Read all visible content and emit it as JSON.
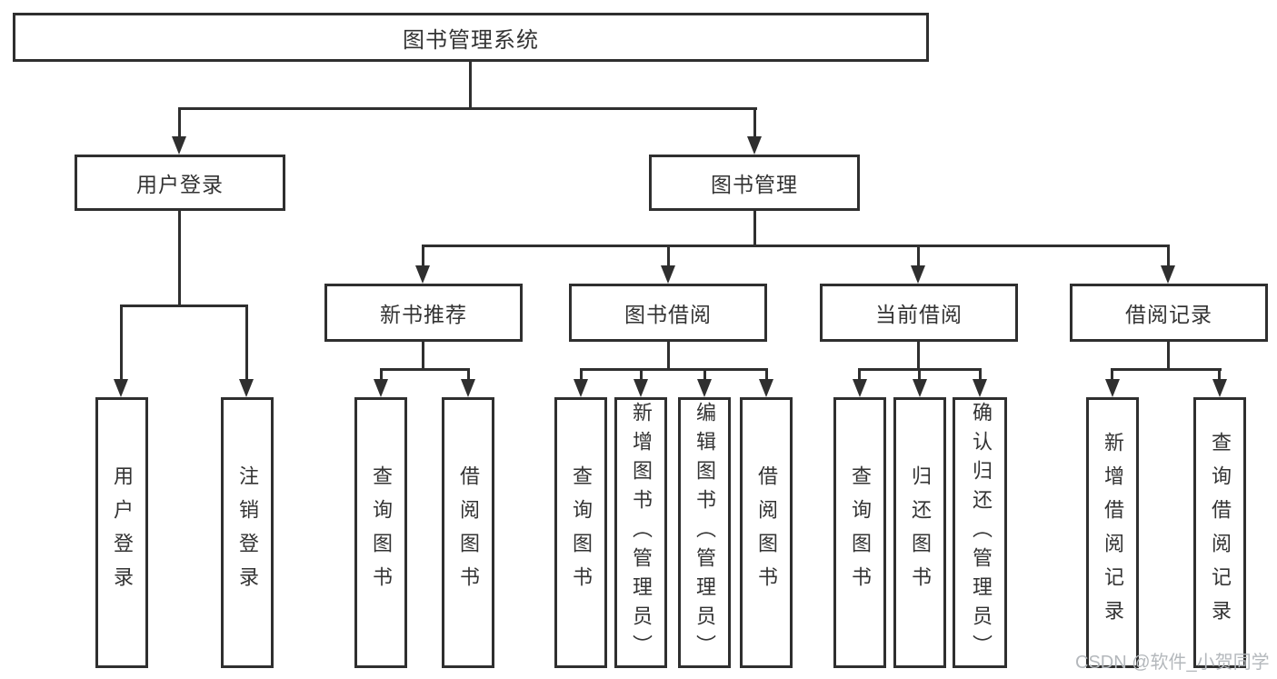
{
  "tree": {
    "root": "图书管理系统",
    "branches": [
      {
        "label": "用户登录",
        "children": [
          "用户登录",
          "注销登录"
        ]
      },
      {
        "label": "图书管理",
        "groups": [
          {
            "label": "新书推荐",
            "children": [
              "查询图书",
              "借阅图书"
            ]
          },
          {
            "label": "图书借阅",
            "children": [
              "查询图书",
              "新增图书（管理员）",
              "编辑图书（管理员）",
              "借阅图书"
            ]
          },
          {
            "label": "当前借阅",
            "children": [
              "查询图书",
              "归还图书",
              "确认归还（管理员）"
            ]
          },
          {
            "label": "借阅记录",
            "children": [
              "新增借阅记录",
              "查询借阅记录"
            ]
          }
        ]
      }
    ]
  },
  "watermark": "CSDN @软件_小贺同学",
  "colors": {
    "line": "#2f2f2f",
    "text": "#333333",
    "background": "#ffffff",
    "watermark": "#b4b8bc"
  }
}
